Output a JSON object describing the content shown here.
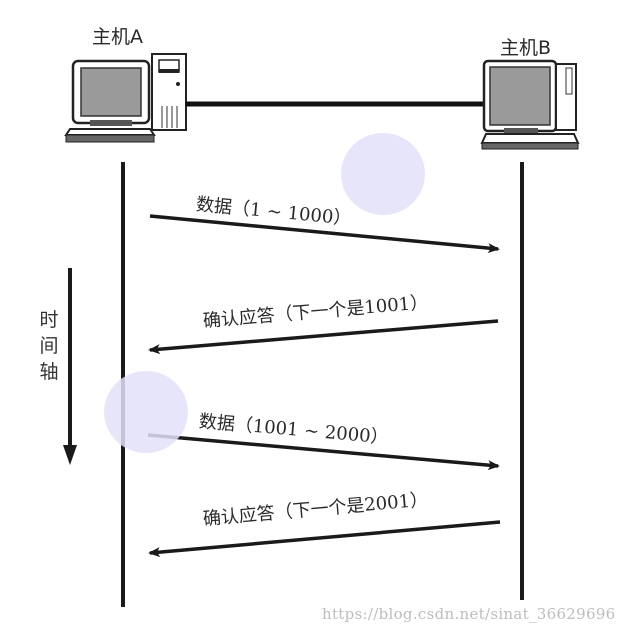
{
  "diagram": {
    "host_a": {
      "label": "主机A",
      "icon": "desktop-computer-icon"
    },
    "host_b": {
      "label": "主机B",
      "icon": "desktop-computer-icon"
    },
    "connection": "network-cable-line",
    "time_axis": {
      "label_chars": [
        "时",
        "间",
        "轴"
      ],
      "direction": "down"
    },
    "messages": [
      {
        "direction": "A→B",
        "label": "数据（1 ~ 1000）"
      },
      {
        "direction": "B→A",
        "label": "确认应答（下一个是1001）"
      },
      {
        "direction": "A→B",
        "label": "数据（1001 ~ 2000）"
      },
      {
        "direction": "B→A",
        "label": "确认应答（下一个是2001）"
      }
    ],
    "colors": {
      "line": "#1a1a1a",
      "blob": "#e3e1f8",
      "watermark": "#bdbdbd"
    }
  },
  "watermark": "https://blog.csdn.net/sinat_36629696"
}
